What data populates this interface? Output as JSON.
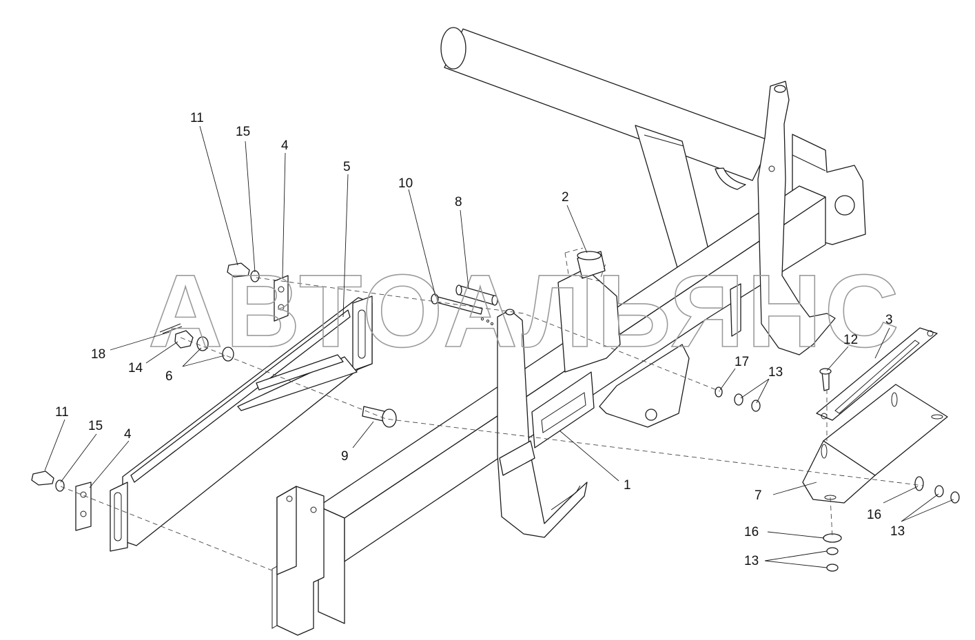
{
  "watermark": "АВТОАЛЬЯНС",
  "callouts": {
    "c1": "1",
    "c2": "2",
    "c3": "3",
    "c4a": "4",
    "c4b": "4",
    "c5": "5",
    "c6": "6",
    "c7": "7",
    "c8": "8",
    "c9": "9",
    "c10": "10",
    "c11a": "11",
    "c11b": "11",
    "c12": "12",
    "c13a": "13",
    "c13b": "13",
    "c13c": "13",
    "c14": "14",
    "c15a": "15",
    "c15b": "15",
    "c16a": "16",
    "c16b": "16",
    "c17": "17",
    "c18": "18"
  }
}
